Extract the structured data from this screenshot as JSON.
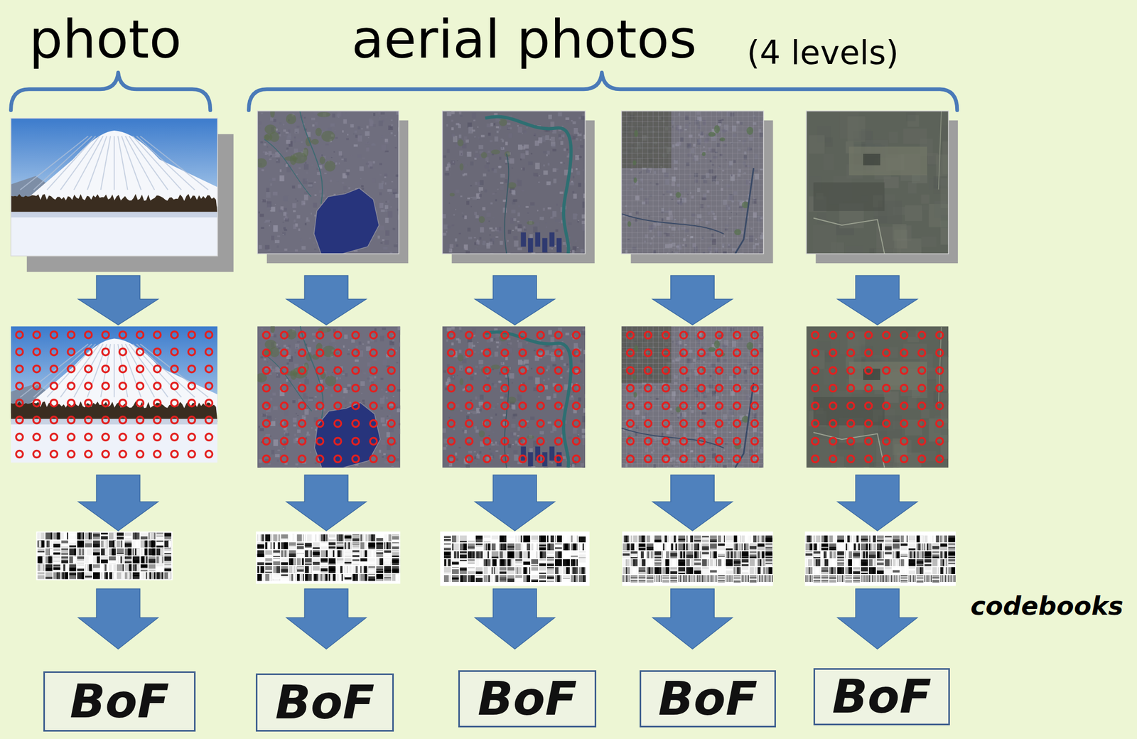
{
  "diagram": {
    "nodes": [
      {
        "text": [
          "BoF"
        ]
      },
      {
        "text": [
          "BoF"
        ]
      },
      {
        "text": [
          "BoF"
        ]
      },
      {
        "text": [
          "BoF"
        ]
      },
      {
        "text": [
          "BoF"
        ]
      }
    ],
    "labels": [
      "photo",
      "aerial photos",
      "(4 levels)",
      "codebooks"
    ]
  }
}
